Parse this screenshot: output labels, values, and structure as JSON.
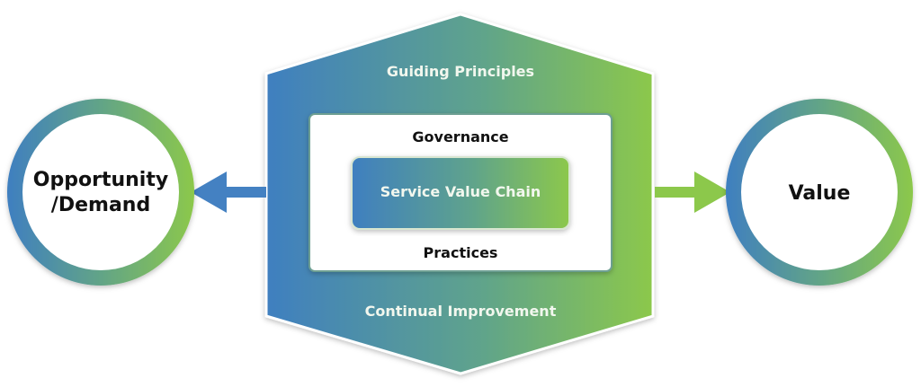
{
  "diagram": {
    "outer": {
      "top_label": "Guiding Principles",
      "bottom_label": "Continual Improvement"
    },
    "inner": {
      "top_label": "Governance",
      "center_label": "Service Value Chain",
      "bottom_label": "Practices"
    },
    "left_node": {
      "line1": "Opportunity",
      "line2": "/Demand"
    },
    "right_node": {
      "label": "Value"
    },
    "colors": {
      "gradient_start": "#3f7fc0",
      "gradient_end": "#8cc84b",
      "arrow_left": "#4481c2",
      "arrow_right": "#8cc84b",
      "text_dark": "#111111",
      "text_light": "#f2f7ee"
    }
  }
}
